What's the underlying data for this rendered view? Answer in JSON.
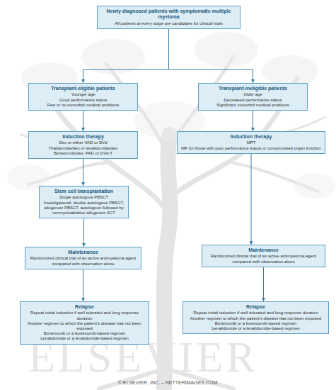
{
  "diagram": {
    "nodes": [
      {
        "text": [
          "Newly diagnosed patients with symptomatic multiple myeloma",
          "All patients at every stage are candidates for clinical trials"
        ]
      },
      {
        "text": [
          "Transplant-eligible patients",
          "Younger age",
          "Good performance status",
          "Few or no comorbid medical problems"
        ]
      },
      {
        "text": [
          "Transplant-ineligible patients",
          "Older age",
          "Decreased performance status",
          "Significant comorbid medical problems"
        ]
      },
      {
        "text": [
          "Induction therapy",
          "Dex or either VAD or DVd",
          "Thalidomide/dex or lenalidomide/dex",
          "Bortezomib/dex, PAD or DVd-T"
        ]
      },
      {
        "text": [
          "Induction therapy",
          "MPT",
          "MP for those with poor performance status or compromised organ function"
        ]
      },
      {
        "text": [
          "Stem cell transplantation",
          "Single autologous PBSCT",
          "Investigational: double autologous PBSCT, allogeneic PBSCT, autologous followed by nonmyeloablative allogeneic SCT"
        ]
      },
      {
        "text": [
          "Maintenance",
          "Randomized clinical trial of an active antimyeloma agent compared with observation alone"
        ]
      },
      {
        "text": [
          "Maintenance",
          "Randomized clinical trial of an active antimyeloma agent compared with observation alone"
        ]
      },
      {
        "text": [
          "Relapse",
          "Repeat initial induction if well tolerated and long response duration",
          "Another regimen to which the patient's disease has not been exposed",
          "Bortezomib or a bortezomib-based regimen",
          "Lenalidomide or a lenalidomide-based regimen"
        ]
      },
      {
        "text": [
          "Relapse",
          "Repeat initial induction if well tolerated and long response duration",
          "Another regimen to which the patient's disease has not been exposed",
          "Bortezomib or a bortezomib-based regimen",
          "Lenalidomide or a lenalidomide-based regimen"
        ]
      }
    ],
    "edges": [
      {
        "from": 0,
        "to": 1,
        "arrow": "to"
      },
      {
        "from": 0,
        "to": 2,
        "arrow": "to"
      },
      {
        "from": 1,
        "to": 3,
        "arrow": "to"
      },
      {
        "from": 3,
        "to": 5,
        "arrow": "to"
      },
      {
        "from": 5,
        "to": 6,
        "arrow": "to"
      },
      {
        "from": 6,
        "to": 8,
        "arrow": "to"
      },
      {
        "from": 2,
        "to": 4,
        "arrow": "to"
      },
      {
        "from": 4,
        "to": 7,
        "arrow": "to"
      },
      {
        "from": 7,
        "to": 9,
        "arrow": "to"
      }
    ],
    "labels": [
      "ELSEVIER",
      "© ELSEVIER, INC. – NETTERIMAGES.COM"
    ]
  }
}
